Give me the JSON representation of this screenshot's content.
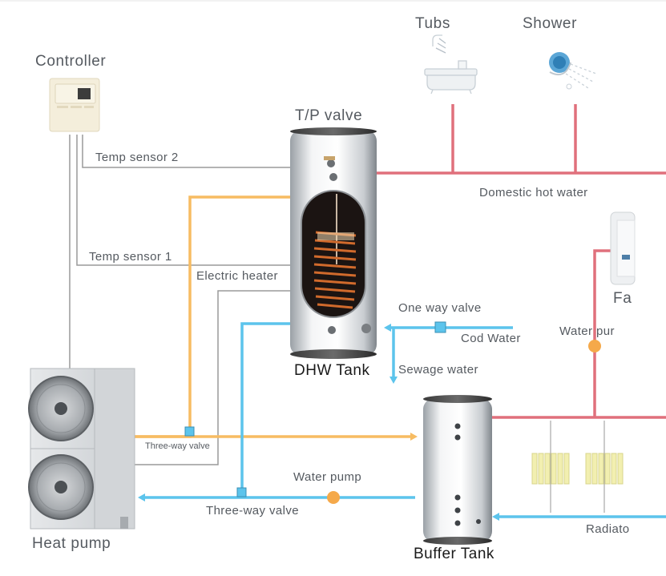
{
  "labels": {
    "tubs": "Tubs",
    "shower": "Shower",
    "controller": "Controller",
    "tp_valve": "T/P valve",
    "temp_sensor_2": "Temp sensor 2",
    "domestic_hot_water": "Domestic hot water",
    "fan_coil": "Fa",
    "temp_sensor_1": "Temp sensor 1",
    "electric_heater": "Electric heater",
    "one_way_valve": "One way valve",
    "cod_water": "Cod Water",
    "water_pump_right": "Water pur",
    "dhw_tank": "DHW Tank",
    "sewage_water": "Sewage water",
    "three_way_valve_top": "Three-way valve",
    "water_pump_bottom": "Water pump",
    "three_way_valve_bottom": "Three-way valve",
    "radiator": "Radiato",
    "heat_pump": "Heat pump",
    "buffer_tank": "Buffer Tank"
  },
  "colors": {
    "hot_pipe": "#e0707c",
    "cold_pipe": "#5cc4ec",
    "heat_pipe": "#f7bc62",
    "wire": "#9a9a9a",
    "pump": "#f5a94a",
    "valve": "#5cc4ec",
    "radiator": "#f2efb0"
  },
  "icons": {
    "tubs": "bathtub-icon",
    "shower": "shower-head-icon",
    "controller": "controller-panel-icon",
    "heat_pump": "heat-pump-unit-icon",
    "fan_coil": "fan-coil-unit-icon",
    "radiator": "radiator-icon"
  }
}
